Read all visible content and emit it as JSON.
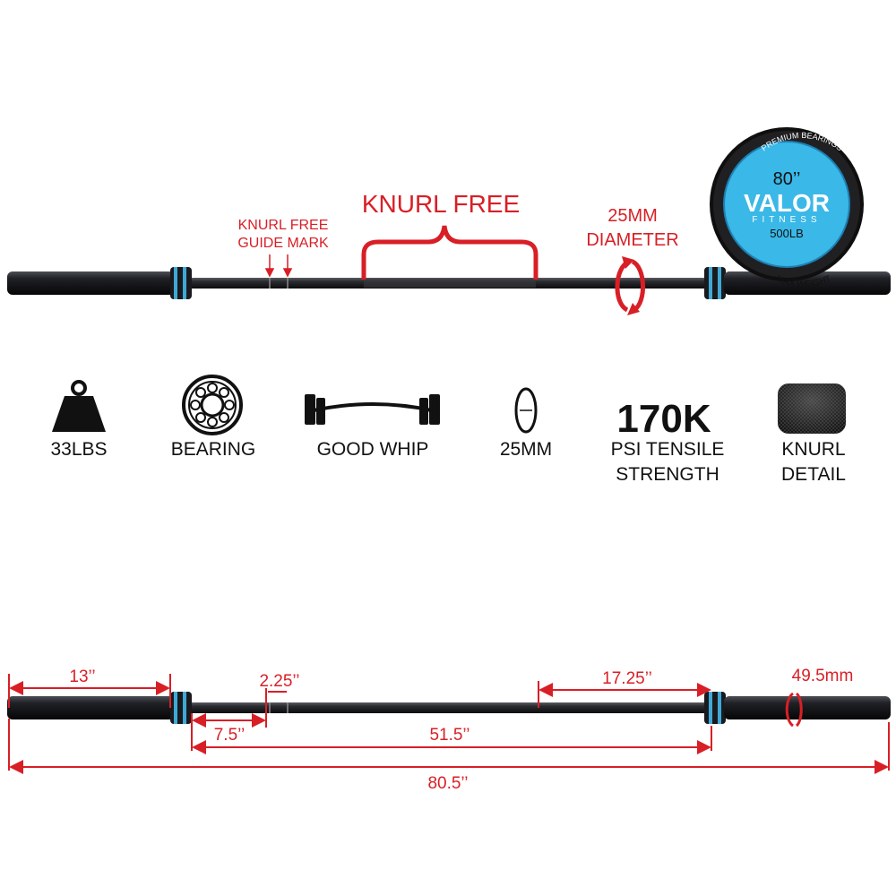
{
  "top": {
    "guide_mark_line1": "KNURL FREE",
    "guide_mark_line2": "GUIDE MARK",
    "knurl_free": "KNURL FREE",
    "diameter_line1": "25MM",
    "diameter_line2": "DIAMETER"
  },
  "end_cap": {
    "arc_top": "PREMIUM BEARINGS",
    "length": "80’’",
    "brand": "VALOR",
    "brand_sub": "FITNESS",
    "weight": "500LB",
    "arc_bottom": "MAX WEIGHT"
  },
  "features": [
    {
      "icon": "weight-icon",
      "line1": "33LBS",
      "line2": ""
    },
    {
      "icon": "bearing-icon",
      "line1": "BEARING",
      "line2": ""
    },
    {
      "icon": "whip-icon",
      "line1": "GOOD WHIP",
      "line2": ""
    },
    {
      "icon": "diameter-icon",
      "line1": "25MM",
      "line2": ""
    },
    {
      "icon": "",
      "big": "170K",
      "line1": "PSI TENSILE",
      "line2": "STRENGTH"
    },
    {
      "icon": "knurl-icon",
      "line1": "KNURL",
      "line2": "DETAIL"
    }
  ],
  "dimensions": {
    "sleeve": "13’’",
    "guide": "2.25’’",
    "center": "17.25’’",
    "sleeve_dia": "49.5mm",
    "collar_to_mark": "7.5’’",
    "inner": "51.5’’",
    "total": "80.5’’"
  },
  "colors": {
    "accent": "#d81f26",
    "collar": "#3fa9d6",
    "bar": "#1b1c20",
    "cap": "#39b7e6"
  }
}
